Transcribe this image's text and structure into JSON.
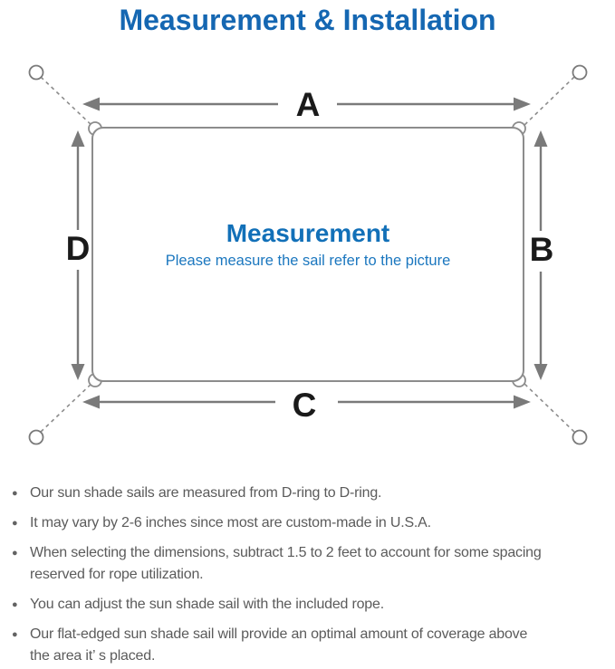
{
  "page": {
    "title": "Measurement & Installation"
  },
  "diagram": {
    "labels": {
      "a": "A",
      "b": "B",
      "c": "C",
      "d": "D"
    },
    "center": {
      "heading": "Measurement",
      "subheading": "Please measure the sail refer to the picture"
    }
  },
  "notes": [
    {
      "lines": {
        "0": "Our sun shade sails are measured from D-ring to D-ring."
      }
    },
    {
      "lines": {
        "0": "It may vary by 2-6 inches since most are custom-made in U.S.A."
      }
    },
    {
      "lines": {
        "0": "When selecting the dimensions, subtract 1.5 to 2 feet to account for some spacing",
        "1": "reserved for rope utilization."
      }
    },
    {
      "lines": {
        "0": "You can adjust the sun shade sail with the included rope."
      }
    },
    {
      "lines": {
        "0": "Our flat-edged sun shade sail will provide an optimal amount of coverage above",
        "1": "the area it’ s placed."
      }
    }
  ],
  "colors": {
    "title_blue": "#1567b2",
    "center_heading_blue": "#1270b8",
    "subheading_blue": "#1b77bf",
    "arrow_gray": "#7a7a7a",
    "outline_gray": "#8c8c8c",
    "label_black": "#1a1a1a",
    "note_gray": "#5b5b5b"
  }
}
